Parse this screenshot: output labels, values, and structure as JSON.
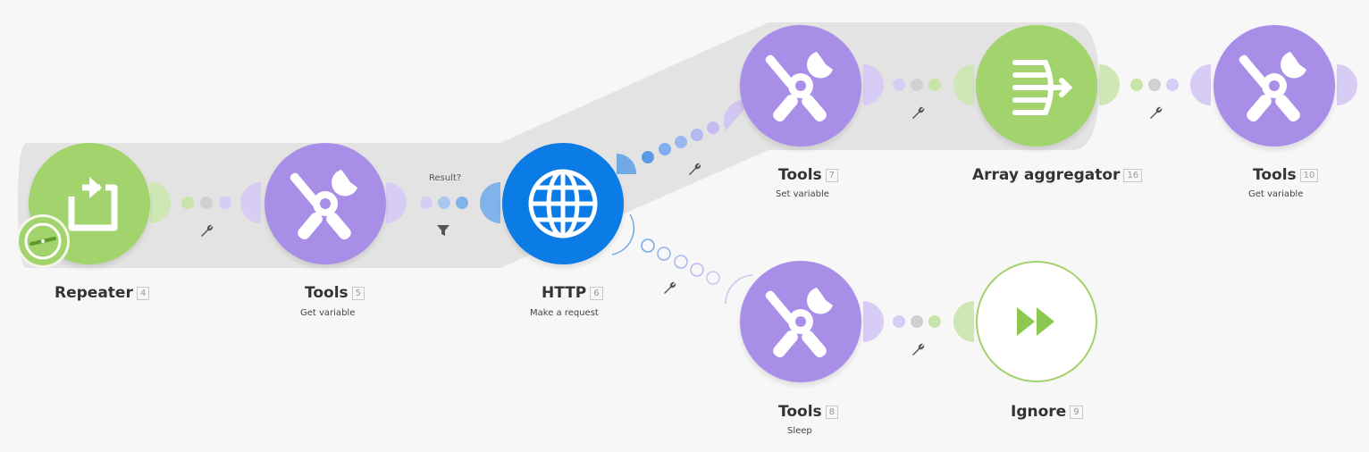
{
  "modules": [
    {
      "id": "repeater",
      "title": "Repeater",
      "number": "4",
      "subtitle": ""
    },
    {
      "id": "tools5",
      "title": "Tools",
      "number": "5",
      "subtitle": "Get variable"
    },
    {
      "id": "http6",
      "title": "HTTP",
      "number": "6",
      "subtitle": "Make a request"
    },
    {
      "id": "tools7",
      "title": "Tools",
      "number": "7",
      "subtitle": "Set variable"
    },
    {
      "id": "agg16",
      "title": "Array aggregator",
      "number": "16",
      "subtitle": ""
    },
    {
      "id": "tools10",
      "title": "Tools",
      "number": "10",
      "subtitle": "Get variable"
    },
    {
      "id": "tools8",
      "title": "Tools",
      "number": "8",
      "subtitle": "Sleep"
    },
    {
      "id": "ignore9",
      "title": "Ignore",
      "number": "9",
      "subtitle": ""
    }
  ],
  "filter": {
    "label": "Result?"
  },
  "colors": {
    "tools": "#a98ee8",
    "repeater": "#a3d36c",
    "http": "#0b7be6",
    "route_shadow": "#e2e2e2"
  }
}
